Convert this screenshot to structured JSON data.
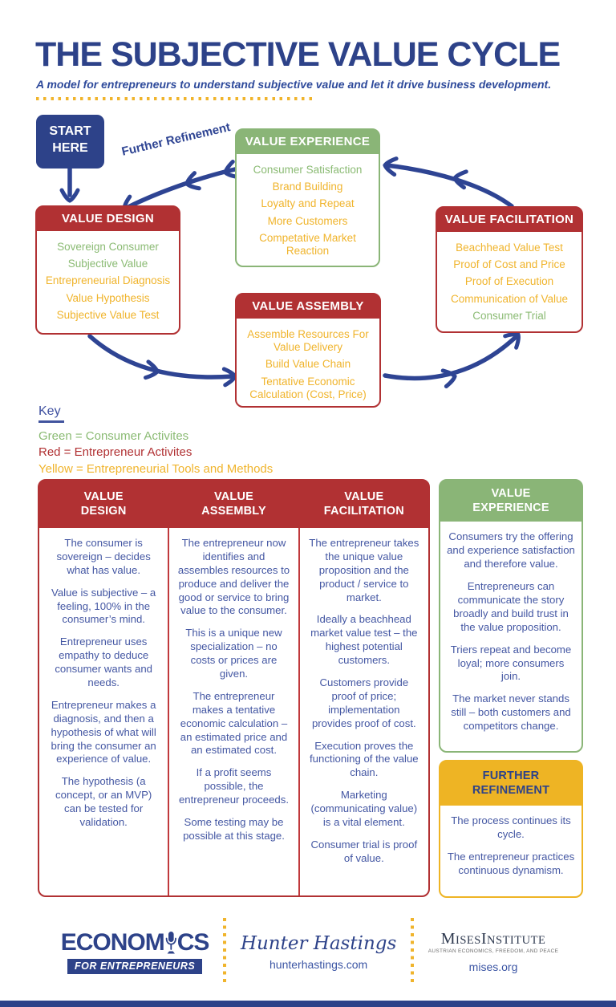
{
  "colors": {
    "navy": "#2d4289",
    "arrow_blue": "#2e4493",
    "body_blue": "#4457a3",
    "red": "#b13133",
    "green": "#8ab577",
    "green_text": "#8bbb74",
    "yellow": "#f0b42c"
  },
  "header": {
    "title": "THE SUBJECTIVE VALUE CYCLE",
    "subtitle": "A model for entrepreneurs to understand subjective value and let it drive business development."
  },
  "cycle": {
    "start": "START HERE",
    "refinement_label": "Further Refinement",
    "design": {
      "title": "VALUE DESIGN",
      "items": [
        {
          "text": "Sovereign Consumer",
          "color": "green"
        },
        {
          "text": "Subjective Value",
          "color": "green"
        },
        {
          "text": "Entrepreneurial Diagnosis",
          "color": "yellow"
        },
        {
          "text": "Value Hypothesis",
          "color": "yellow"
        },
        {
          "text": "Subjective Value Test",
          "color": "yellow"
        }
      ]
    },
    "experience": {
      "title": "VALUE EXPERIENCE",
      "items": [
        {
          "text": "Consumer Satisfaction",
          "color": "green"
        },
        {
          "text": "Brand Building",
          "color": "yellow"
        },
        {
          "text": "Loyalty and Repeat",
          "color": "yellow"
        },
        {
          "text": "More Customers",
          "color": "yellow"
        },
        {
          "text": "Competative Market Reaction",
          "color": "yellow"
        }
      ]
    },
    "facilitation": {
      "title": "VALUE FACILITATION",
      "items": [
        {
          "text": "Beachhead Value Test",
          "color": "yellow"
        },
        {
          "text": "Proof of Cost and Price",
          "color": "yellow"
        },
        {
          "text": "Proof of Execution",
          "color": "yellow"
        },
        {
          "text": "Communication of Value",
          "color": "yellow"
        },
        {
          "text": "Consumer Trial",
          "color": "green"
        }
      ]
    },
    "assembly": {
      "title": "VALUE ASSEMBLY",
      "items": [
        {
          "text": "Assemble Resources For Value Delivery",
          "color": "yellow"
        },
        {
          "text": "Build Value Chain",
          "color": "yellow"
        },
        {
          "text": "Tentative Economic Calculation (Cost, Price)",
          "color": "yellow"
        }
      ]
    }
  },
  "key": {
    "title": "Key",
    "entries": [
      {
        "text": "Green = Consumer Activites",
        "color": "green"
      },
      {
        "text": "Red = Entrepreneur Activites",
        "color": "red"
      },
      {
        "text": "Yellow = Entrepreneurial Tools and Methods",
        "color": "yellow"
      }
    ]
  },
  "columns": {
    "design": {
      "title": "VALUE\nDESIGN",
      "paragraphs": [
        "The consumer is sovereign – decides what has value.",
        "Value is subjective – a feeling, 100% in the consumer’s mind.",
        "Entrepreneur uses empathy to deduce consumer wants and needs.",
        "Entrepreneur makes a diagnosis, and then a hypothesis of what will bring the consumer an experience of value.",
        "The hypothesis (a concept, or an MVP) can be tested for validation."
      ]
    },
    "assembly": {
      "title": "VALUE\nASSEMBLY",
      "paragraphs": [
        "The entrepreneur now identifies and assembles resources to produce and deliver the good or service to bring value to the consumer.",
        "This is a unique new specialization – no costs or prices are given.",
        "The entrepreneur makes a tentative economic calculation – an estimated price and an estimated cost.",
        "If a profit seems possible, the entrepreneur proceeds.",
        "Some testing may be possible at this stage."
      ]
    },
    "facilitation": {
      "title": "VALUE\nFACILITATION",
      "paragraphs": [
        "The entrepreneur takes the unique value proposition and the product / service to market.",
        "Ideally a beachhead market value test – the highest potential customers.",
        "Customers provide proof of price; implementation provides proof of cost.",
        "Execution proves the functioning of the value chain.",
        "Marketing (communicating value) is a vital element.",
        "Consumer trial is proof of value."
      ]
    },
    "experience": {
      "title": "VALUE\nEXPERIENCE",
      "paragraphs": [
        "Consumers try the offering and experience satisfaction and therefore value.",
        "Entrepreneurs can communicate the story broadly and build trust in the value proposition.",
        "Triers repeat and become loyal; more consumers join.",
        "The market never stands still – both customers and competitors change."
      ]
    },
    "refinement": {
      "title": "FURTHER\nREFINEMENT",
      "paragraphs": [
        "The process continues its cycle.",
        "The entrepreneur practices continuous dynamism."
      ]
    }
  },
  "footer": {
    "economics": {
      "part1": "ECONOM",
      "part2": "CS",
      "tagline": "FOR ENTREPRENEURS"
    },
    "hunter": {
      "name": "Hunter Hastings",
      "url": "hunterhastings.com"
    },
    "mises": {
      "p1": "M",
      "p2": "ISES",
      "p3": "I",
      "p4": "NSTITUTE",
      "tagline": "AUSTRIAN ECONOMICS, FREEDOM, AND PEACE",
      "url": "mises.org"
    }
  }
}
